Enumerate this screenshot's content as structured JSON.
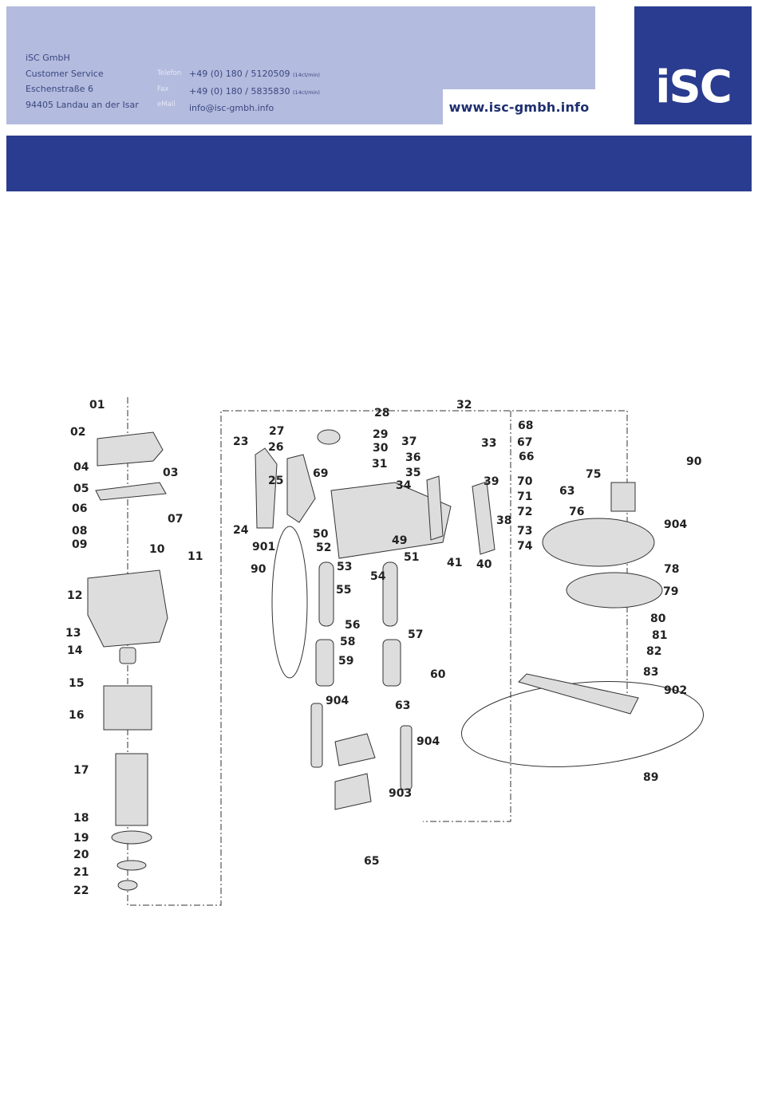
{
  "company": {
    "name": "iSC GmbH",
    "department": "Customer Service",
    "street": "Eschenstraße 6",
    "city": "94405 Landau an der Isar"
  },
  "contact": {
    "phone_label": "Telefon",
    "phone": "+49 (0) 180 / 5120509",
    "phone_rate": "(14ct/min)",
    "fax_label": "Fax",
    "fax": "+49 (0) 180 / 5835830",
    "fax_rate": "(14ct/min)",
    "email_label": "eMail",
    "email": "info@isc-gmbh.info"
  },
  "website": "www.isc-gmbh.info",
  "logo_text": "iSC",
  "colors": {
    "header_light": "#b3bbde",
    "brand_dark": "#2a3c8f",
    "text_dark": "#1e2f6e"
  },
  "diagram": {
    "part_labels": [
      "01",
      "02",
      "03",
      "04",
      "05",
      "06",
      "07",
      "08",
      "09",
      "10",
      "11",
      "12",
      "13",
      "14",
      "15",
      "16",
      "17",
      "18",
      "19",
      "20",
      "21",
      "22",
      "23",
      "24",
      "25",
      "26",
      "27",
      "28",
      "29",
      "30",
      "31",
      "32",
      "33",
      "34",
      "35",
      "36",
      "37",
      "38",
      "39",
      "40",
      "41",
      "49",
      "50",
      "51",
      "52",
      "53",
      "54",
      "55",
      "56",
      "57",
      "58",
      "59",
      "60",
      "63",
      "63",
      "65",
      "66",
      "67",
      "68",
      "69",
      "70",
      "71",
      "72",
      "73",
      "74",
      "75",
      "76",
      "78",
      "79",
      "80",
      "81",
      "82",
      "83",
      "89",
      "90",
      "90",
      "901",
      "902",
      "903",
      "904",
      "904",
      "904"
    ]
  }
}
